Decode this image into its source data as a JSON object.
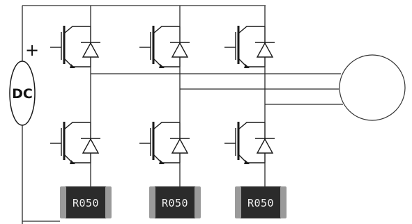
{
  "source": {
    "label": "DC",
    "polarity": "+"
  },
  "shunts": [
    {
      "label": "R050"
    },
    {
      "label": "R050"
    },
    {
      "label": "R050"
    }
  ],
  "colors": {
    "line": "#2a2a2a",
    "shunt_body": "#2b2b2b",
    "shunt_cap": "#9a9a9a",
    "shunt_text": "#f2f2f2"
  }
}
